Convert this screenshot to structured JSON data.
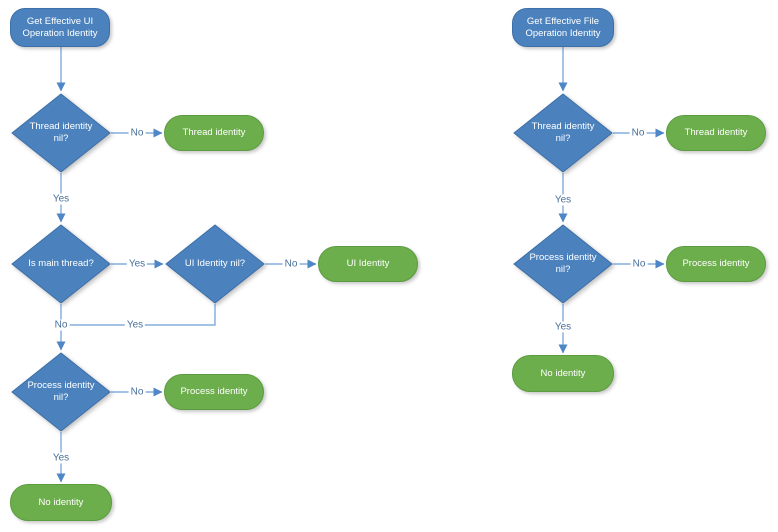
{
  "colors": {
    "blue_fill": "#4B82BE",
    "blue_border": "#3D6FA8",
    "green_fill": "#6CAE4B",
    "green_border": "#5C9C41",
    "connector": "#6B9DD7",
    "arrowhead": "#4E86C6",
    "edge_label_text": "#466E99",
    "node_text": "#FFFFFF"
  },
  "edge_labels": {
    "yes": "Yes",
    "no": "No"
  },
  "flowcharts": {
    "ui": {
      "start": "Get Effective UI Operation Identity",
      "thread_nil": "Thread identity nil?",
      "thread_identity": "Thread identity",
      "is_main_thread": "Is main thread?",
      "ui_identity_nil": "UI Identity nil?",
      "ui_identity": "UI Identity",
      "process_nil": "Process identity nil?",
      "process_identity": "Process identity",
      "no_identity": "No identity"
    },
    "file": {
      "start": "Get Effective File Operation Identity",
      "thread_nil": "Thread identity nil?",
      "thread_identity": "Thread identity",
      "process_nil": "Process identity nil?",
      "process_identity": "Process identity",
      "no_identity": "No identity"
    }
  }
}
